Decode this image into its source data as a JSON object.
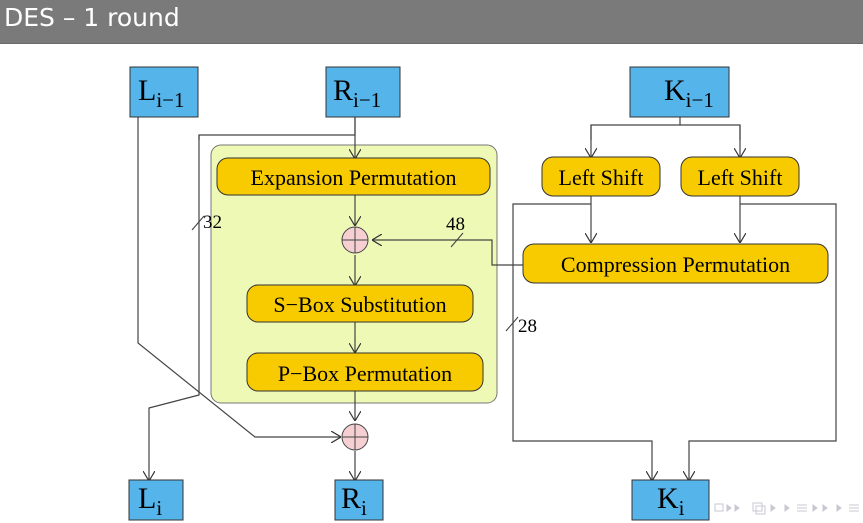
{
  "slide": {
    "title": "DES – 1 round"
  },
  "registers": {
    "l_prev": {
      "base": "L",
      "sub": "i−1"
    },
    "r_prev": {
      "base": "R",
      "sub": "i−1"
    },
    "k_prev": {
      "base": "K",
      "sub": "i−1"
    },
    "l_next": {
      "base": "L",
      "sub": "i"
    },
    "r_next": {
      "base": "R",
      "sub": "i"
    },
    "k_next": {
      "base": "K",
      "sub": "i"
    }
  },
  "operations": {
    "expansion": "Expansion Permutation",
    "sbox": "S−Box Substitution",
    "pbox": "P−Box Permutation",
    "left_shift_1": "Left Shift",
    "left_shift_2": "Left Shift",
    "compression": "Compression Permutation"
  },
  "bit_widths": {
    "l_path": "32",
    "subkey": "48",
    "key_half": "28"
  },
  "colors": {
    "title_bar": "#7a7a7a",
    "register": "#55b4ea",
    "operation": "#f7cb00",
    "function_area": "#eef9b6",
    "xor_fill": "#f5cfd2"
  }
}
